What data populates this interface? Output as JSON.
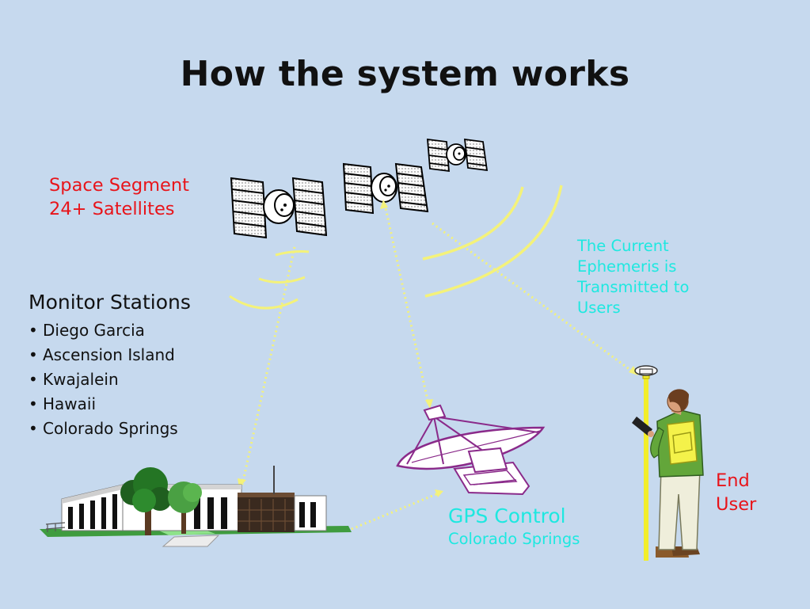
{
  "title": "How the system works",
  "space_segment": {
    "line1": "Space Segment",
    "line2": "24+ Satellites"
  },
  "monitor_stations": {
    "heading": "Monitor Stations",
    "items": [
      "Diego Garcia",
      "Ascension Island",
      "Kwajalein",
      "Hawaii",
      "Colorado Springs"
    ]
  },
  "ephemeris": {
    "line1": "The Current",
    "line2": "Ephemeris is",
    "line3": "Transmitted to",
    "line4": "Users"
  },
  "gps_control": {
    "title": "GPS Control",
    "location": "Colorado Springs"
  },
  "end_user": {
    "line1": "End",
    "line2": "User"
  },
  "bullet": "•",
  "colors": {
    "background": "#c6d9ee",
    "red_labels": "#e8141a",
    "cyan_labels": "#1ee8e0",
    "signal_waves": "#f4f27a",
    "dish": "#8a2a8a"
  },
  "icons": [
    "satellite-icon",
    "satellite-dish-icon",
    "building-icon",
    "tree-icon",
    "surveyor-icon",
    "gps-receiver-icon"
  ]
}
